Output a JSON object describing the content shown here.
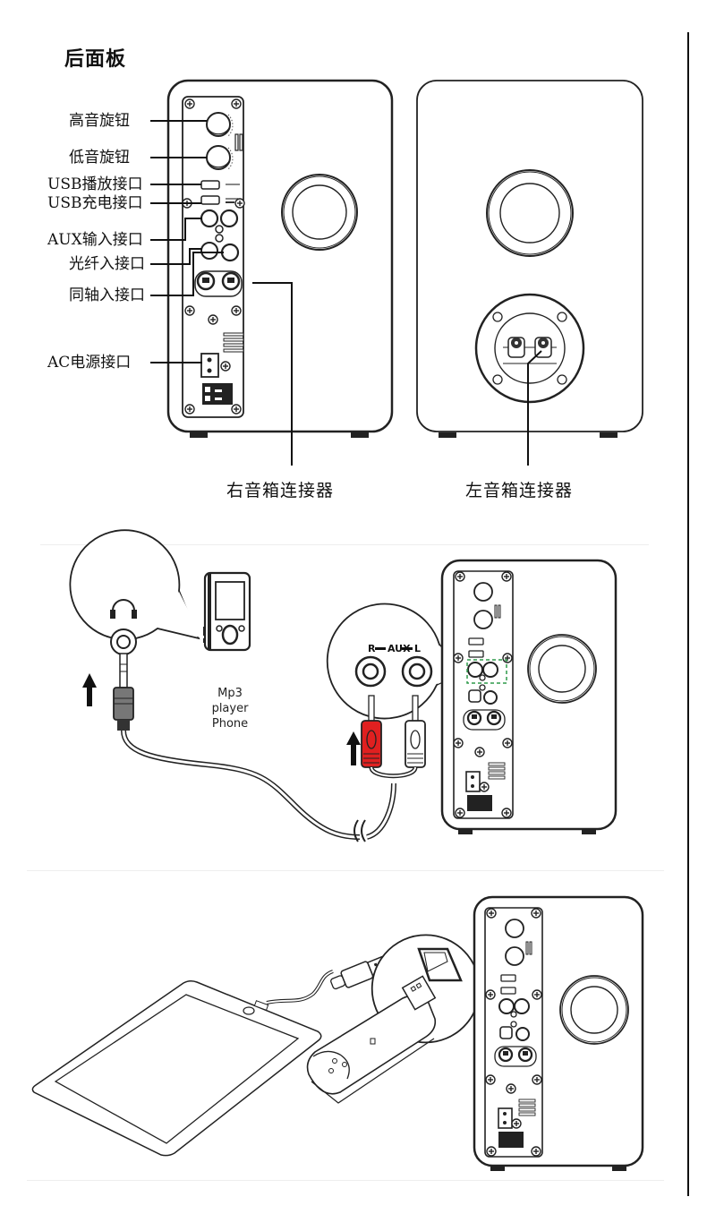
{
  "page": {
    "title": "后面板"
  },
  "rear_panel_diagram": {
    "callouts": [
      {
        "id": "treble",
        "label": "高音旋钮"
      },
      {
        "id": "bass",
        "label": "低音旋钮"
      },
      {
        "id": "usb-playback",
        "label": "USB播放接口"
      },
      {
        "id": "usb-charging",
        "label": "USB充电接口"
      },
      {
        "id": "aux-in",
        "label": "AUX输入接口"
      },
      {
        "id": "optical-in",
        "label": "光纤入接口"
      },
      {
        "id": "coaxial-in",
        "label": "同轴入接口"
      },
      {
        "id": "ac-power",
        "label": "AC电源接口"
      }
    ],
    "right_speaker_caption": "右音箱连接器",
    "left_speaker_caption": "左音箱连接器"
  },
  "aux_connection_diagram": {
    "device_label_line1": "Mp3 player",
    "device_label_line2": "Phone",
    "aux_r": "R",
    "aux_mid": "AUX",
    "aux_l": "L",
    "plug_colors": {
      "right": "#e02020",
      "left": "#ffffff"
    },
    "highlight_color": "#2e9a4a"
  },
  "usb_connection_diagram": {
    "devices": [
      "tablet",
      "usb-cable",
      "usb-flash-drive"
    ]
  },
  "icons": {
    "headphone": "headphone-icon",
    "arrow_up": "arrow-up-icon",
    "screw": "screw-icon"
  }
}
